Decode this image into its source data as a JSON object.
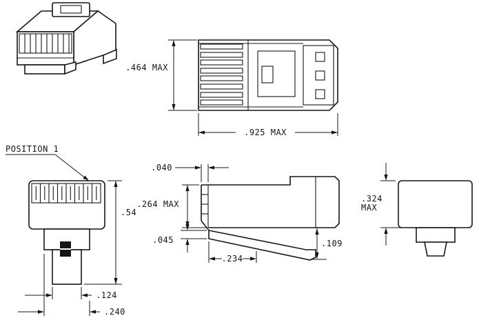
{
  "meta": {
    "description": "Engineering dimensional drawing of an RJ45 style modular plug connector: isometric view, top view, front view, side view and end view with dimension callouts (inches)."
  },
  "labels": {
    "position_callout": "POSITION 1",
    "top_view": {
      "height": ".464 MAX",
      "width": ".925 MAX"
    },
    "front_view": {
      "overall_height": ".54",
      "tab_width": ".124",
      "neck_width": ".240"
    },
    "side_view": {
      "contact_face_thickness": ".040",
      "body_height": ".264 MAX",
      "latch_thickness": ".045",
      "latch_offset": ".234",
      "latch_drop": ".109"
    },
    "end_view": {
      "height_value": ".324",
      "height_qualifier": "MAX"
    }
  }
}
